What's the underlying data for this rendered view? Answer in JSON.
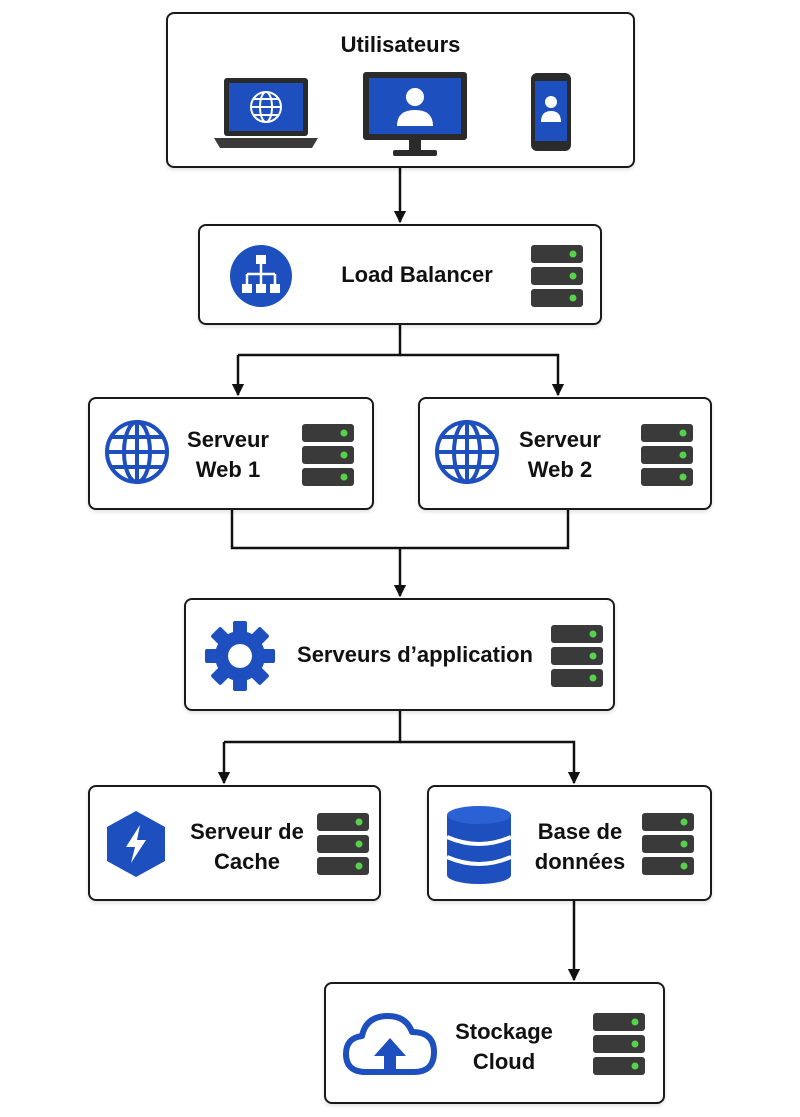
{
  "colors": {
    "accent": "#1d4fbf",
    "server": "#3a3a3a",
    "led": "#56d14a",
    "border": "#1a1a1a"
  },
  "nodes": {
    "users": {
      "label": "Utilisateurs",
      "icons": [
        "laptop-globe-icon",
        "monitor-user-icon",
        "phone-user-icon"
      ]
    },
    "load_balancer": {
      "label": "Load Balancer",
      "icon": "network-hierarchy-icon"
    },
    "web1": {
      "line1": "Serveur",
      "line2": "Web 1",
      "icon": "globe-icon"
    },
    "web2": {
      "line1": "Serveur",
      "line2": "Web 2",
      "icon": "globe-icon"
    },
    "app": {
      "label": "Serveurs d’application",
      "icon": "gear-icon"
    },
    "cache": {
      "line1": "Serveur de",
      "line2": "Cache",
      "icon": "lightning-icon"
    },
    "db": {
      "line1": "Base de",
      "line2": "données",
      "icon": "database-icon"
    },
    "cloud": {
      "line1": "Stockage",
      "line2": "Cloud",
      "icon": "cloud-upload-icon"
    }
  },
  "edges": [
    {
      "from": "users",
      "to": "load_balancer"
    },
    {
      "from": "load_balancer",
      "to": "web1"
    },
    {
      "from": "load_balancer",
      "to": "web2"
    },
    {
      "from": "web1",
      "to": "app"
    },
    {
      "from": "web2",
      "to": "app"
    },
    {
      "from": "app",
      "to": "cache"
    },
    {
      "from": "app",
      "to": "db"
    },
    {
      "from": "db",
      "to": "cloud"
    }
  ]
}
